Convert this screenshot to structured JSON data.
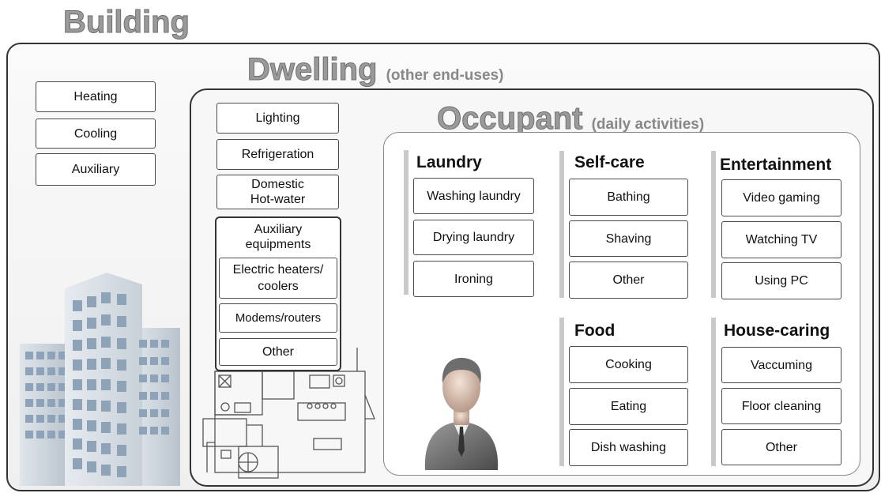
{
  "building": {
    "title": "Building",
    "loads": [
      "Heating",
      "Cooling",
      "Auxiliary"
    ]
  },
  "dwelling": {
    "title": "Dwelling",
    "subtitle": "(other end-uses)",
    "end_uses": [
      "Lighting",
      "Refrigeration",
      "Domestic\nHot-water"
    ],
    "auxiliary": {
      "title": "Auxiliary\nequipments",
      "items": [
        "Electric heaters/\ncoolers",
        "Modems/routers",
        "Other"
      ]
    }
  },
  "occupant": {
    "title": "Occupant",
    "subtitle": "(daily activities)",
    "categories": {
      "laundry": {
        "title": "Laundry",
        "items": [
          "Washing laundry",
          "Drying laundry",
          "Ironing"
        ]
      },
      "selfcare": {
        "title": "Self-care",
        "items": [
          "Bathing",
          "Shaving",
          "Other"
        ]
      },
      "entertainment": {
        "title": "Entertainment",
        "items": [
          "Video gaming",
          "Watching TV",
          "Using PC"
        ]
      },
      "food": {
        "title": "Food",
        "items": [
          "Cooking",
          "Eating",
          "Dish washing"
        ]
      },
      "housecaring": {
        "title": "House-caring",
        "items": [
          "Vaccuming",
          "Floor cleaning",
          "Other"
        ]
      }
    }
  },
  "icons": {
    "building": "city-buildings-icon",
    "floorplan": "floor-plan-icon",
    "person": "person-avatar-icon"
  }
}
